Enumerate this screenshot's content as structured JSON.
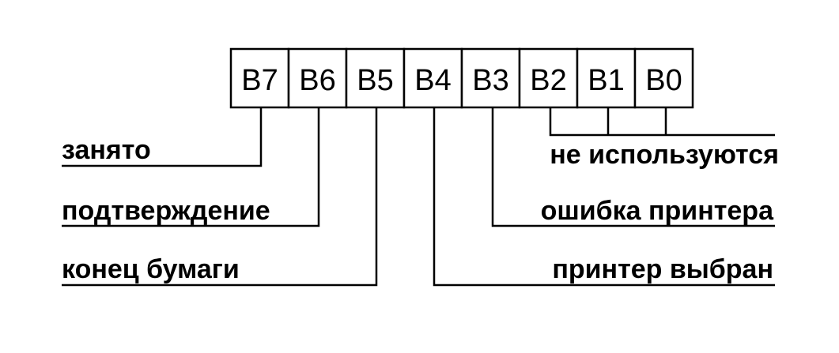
{
  "register": {
    "bits": [
      "B7",
      "B6",
      "B5",
      "B4",
      "B3",
      "B2",
      "B1",
      "B0"
    ]
  },
  "labels": {
    "busy": "занято",
    "acknowledge": "подтверждение",
    "paper_end": "конец бумаги",
    "printer_selected": "принтер выбран",
    "printer_error": "ошибка принтера",
    "unused": "не используются"
  },
  "colors": {
    "stroke": "#000000",
    "background": "#ffffff"
  }
}
